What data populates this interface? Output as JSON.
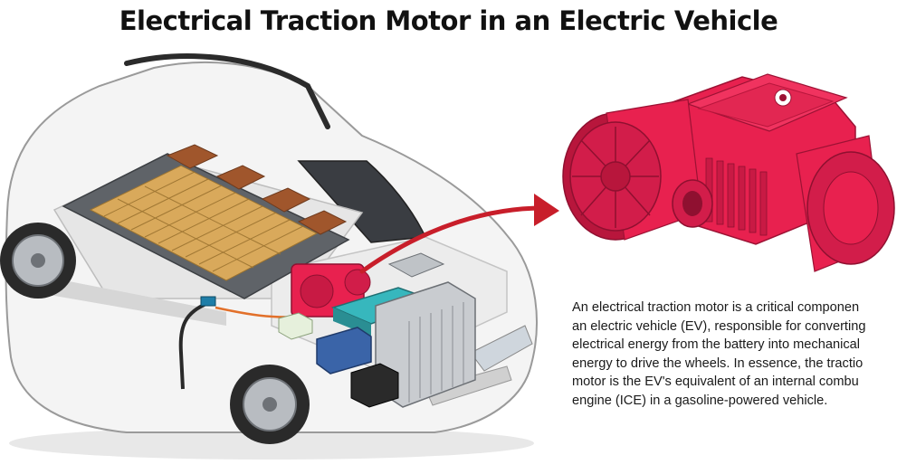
{
  "title": "Electrical Traction Motor in an Electric Vehicle",
  "description": {
    "lines": [
      "An electrical traction motor is a critical componen",
      "an electric vehicle (EV), responsible for converting",
      "electrical energy from the battery into mechanical",
      "energy to drive the wheels. In essence, the tractio",
      "motor is the EV's equivalent of an internal combu",
      "engine (ICE) in a gasoline-powered vehicle."
    ]
  },
  "colors": {
    "motor": "#e8214f",
    "motor_shadow": "#b8163c",
    "arrow": "#c81e2a",
    "battery_cell": "#d9a95b",
    "battery_module": "#a0562c",
    "car_body": "#f4f4f4",
    "title_text": "#111111"
  }
}
